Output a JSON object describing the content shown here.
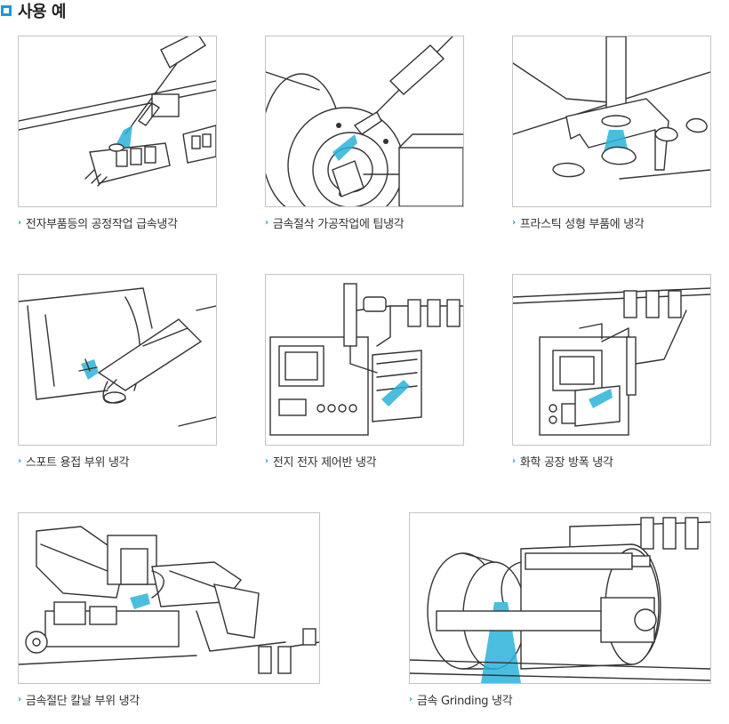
{
  "page": {
    "title": "사용 예"
  },
  "examples": [
    {
      "caption": "전자부품등의 공정작업 급속냉각",
      "scene": "electronic-parts-cooling"
    },
    {
      "caption": "금속절삭 가공작업에 팁냉각",
      "scene": "metal-cutting-tip-cooling"
    },
    {
      "caption": "프라스틱 성형 부품에 냉각",
      "scene": "plastic-molding-cooling"
    },
    {
      "caption": "스포트 용접 부위 냉각",
      "scene": "spot-welding-cooling"
    },
    {
      "caption": "전지 전자 제어반 냉각",
      "scene": "control-panel-cooling"
    },
    {
      "caption": "화학 공장 방폭 냉각",
      "scene": "chemical-plant-cooling"
    },
    {
      "caption": "금속절단 칼날 부위 냉각",
      "scene": "saw-blade-cooling"
    },
    {
      "caption": "금속 Grinding 냉각",
      "scene": "grinding-cooling"
    }
  ],
  "colors": {
    "accent": "#1a9ad6",
    "spray": "#2bb3d9",
    "border": "#c4c4c4"
  }
}
